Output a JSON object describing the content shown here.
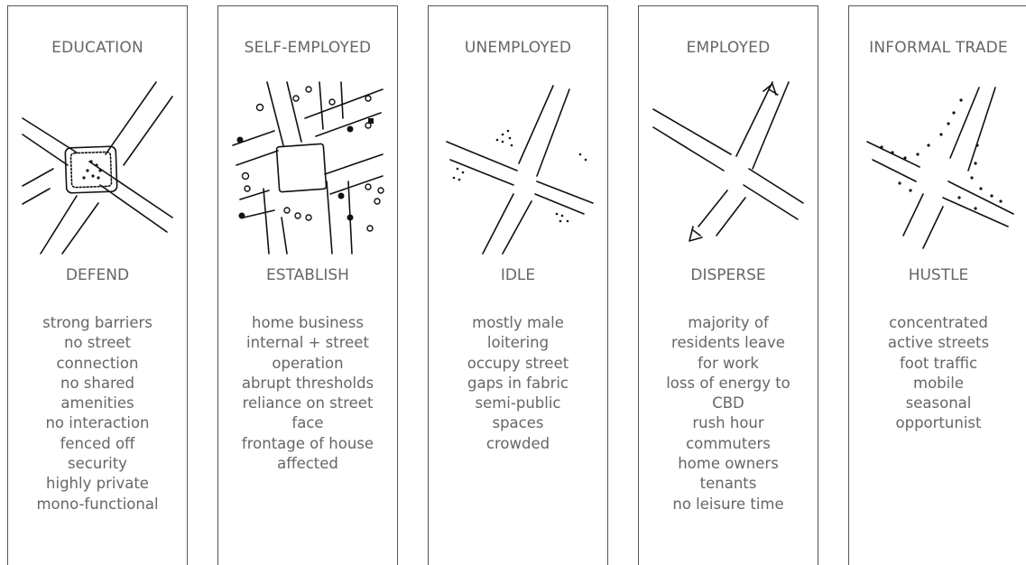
{
  "columns": [
    {
      "heading": "EDUCATION",
      "verb": "DEFEND",
      "notes": [
        "strong barriers",
        "no street",
        "connection",
        "no shared",
        "amenities",
        "no interaction",
        "fenced off",
        "security",
        "highly private",
        "mono-functional"
      ]
    },
    {
      "heading": "SELF-EMPLOYED",
      "verb": "ESTABLISH",
      "notes": [
        "home business",
        "internal + street",
        "operation",
        "abrupt thresholds",
        "reliance on street",
        "face",
        "frontage of house",
        "affected"
      ]
    },
    {
      "heading": "UNEMPLOYED",
      "verb": "IDLE",
      "notes": [
        "mostly male",
        "loitering",
        "occupy street",
        "gaps in fabric",
        "semi-public",
        "spaces",
        "crowded"
      ]
    },
    {
      "heading": "EMPLOYED",
      "verb": "DISPERSE",
      "notes": [
        "majority of",
        "residents leave",
        "for work",
        "loss of energy to",
        "CBD",
        "rush hour",
        "commuters",
        "home owners",
        "tenants",
        "no leisure time"
      ]
    },
    {
      "heading": "INFORMAL TRADE",
      "verb": "HUSTLE",
      "notes": [
        "concentrated",
        "active streets",
        "foot traffic",
        "mobile",
        "seasonal",
        "opportunist"
      ]
    }
  ]
}
